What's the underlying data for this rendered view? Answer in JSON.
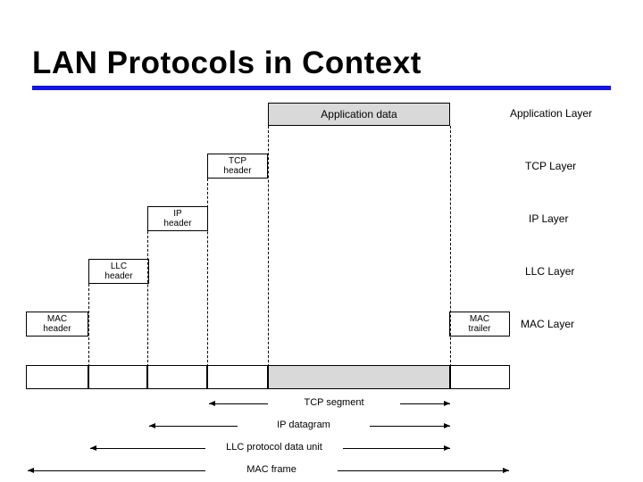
{
  "slide": {
    "title": "LAN Protocols in Context",
    "rule_color": "#1414e6"
  },
  "diagram": {
    "blocks": [
      {
        "name": "application-data-block",
        "label": "Application data",
        "shaded": true
      },
      {
        "name": "tcp-header-block",
        "label": "TCP\nheader",
        "shaded": false
      },
      {
        "name": "ip-header-block",
        "label": "IP\nheader",
        "shaded": false
      },
      {
        "name": "llc-header-block",
        "label": "LLC\nheader",
        "shaded": false
      },
      {
        "name": "mac-header-block",
        "label": "MAC\nheader",
        "shaded": false
      },
      {
        "name": "mac-trailer-block",
        "label": "MAC\ntrailer",
        "shaded": false
      }
    ],
    "layer_labels": [
      {
        "name": "application-layer-label",
        "label": "Application Layer"
      },
      {
        "name": "tcp-layer-label",
        "label": "TCP Layer"
      },
      {
        "name": "ip-layer-label",
        "label": "IP Layer"
      },
      {
        "name": "llc-layer-label",
        "label": "LLC Layer"
      },
      {
        "name": "mac-layer-label",
        "label": "MAC Layer"
      }
    ],
    "frame_segments": [
      {
        "name": "frame-mac-header",
        "shaded": false
      },
      {
        "name": "frame-llc-header",
        "shaded": false
      },
      {
        "name": "frame-ip-header",
        "shaded": false
      },
      {
        "name": "frame-tcp-header",
        "shaded": false
      },
      {
        "name": "frame-application-data",
        "shaded": true
      },
      {
        "name": "frame-mac-trailer",
        "shaded": false
      }
    ],
    "spans": [
      {
        "name": "tcp-segment-span",
        "label": "TCP segment"
      },
      {
        "name": "ip-datagram-span",
        "label": "IP datagram"
      },
      {
        "name": "llc-pdu-span",
        "label": "LLC protocol data unit"
      },
      {
        "name": "mac-frame-span",
        "label": "MAC frame"
      }
    ]
  }
}
